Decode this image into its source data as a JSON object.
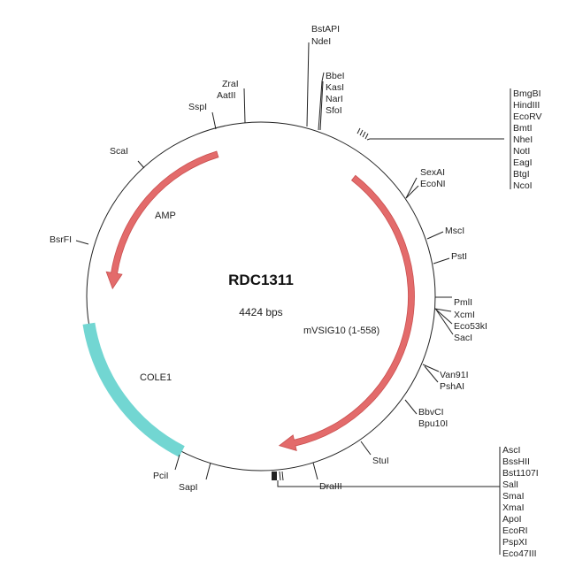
{
  "plasmid": {
    "name": "RDC1311",
    "size": "4424 bps"
  },
  "features": {
    "amp": {
      "label": "AMP",
      "color": "#e36b6b"
    },
    "mvsig10": {
      "label": "mVSIG10 (1-558)",
      "color": "#e36b6b"
    },
    "cole1": {
      "label": "COLE1",
      "color": "#72d6d2"
    }
  },
  "sites": {
    "bstapi": "BstAPI",
    "ndei": "NdeI",
    "bbei": "BbeI",
    "kasi": "KasI",
    "nari": "NarI",
    "sfoi": "SfoI",
    "zrai": "ZraI",
    "aatii": "AatII",
    "sspi": "SspI",
    "scai": "ScaI",
    "bsrfi": "BsrFI",
    "sexai": "SexAI",
    "econi": "EcoNI",
    "msci": "MscI",
    "psti": "PstI",
    "pmli": "PmlI",
    "xcmi": "XcmI",
    "eco53ki": "Eco53kI",
    "saci": "SacI",
    "van91i": "Van91I",
    "pshai": "PshAI",
    "bbvci": "BbvCI",
    "bpu10i": "Bpu10I",
    "stui": "StuI",
    "draiii": "DraIII",
    "pcii": "PciI",
    "sapi": "SapI"
  },
  "cluster_top": [
    "BmgBI",
    "HindIII",
    "EcoRV",
    "BmtI",
    "NheI",
    "NotI",
    "EagI",
    "BtgI",
    "NcoI"
  ],
  "cluster_bottom": [
    "AscI",
    "BssHII",
    "Bst1107I",
    "SalI",
    "SmaI",
    "XmaI",
    "ApoI",
    "EcoRI",
    "PspXI",
    "Eco47III"
  ]
}
